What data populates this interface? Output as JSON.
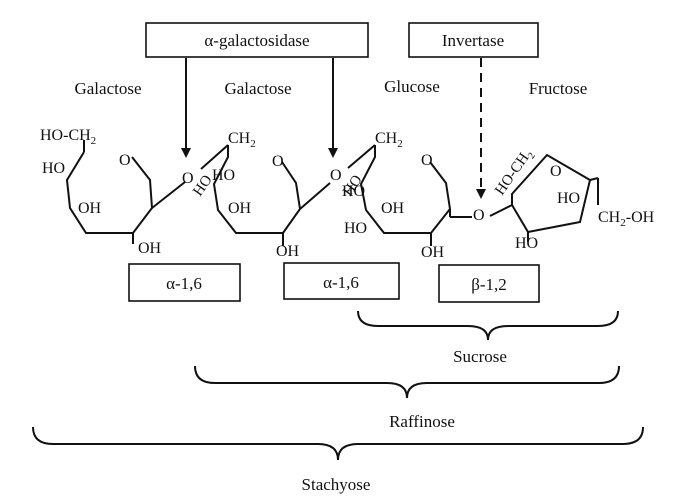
{
  "enzymes": {
    "alpha_galactosidase": "α-galactosidase",
    "invertase": "Invertase"
  },
  "sugars": {
    "galactose_1": "Galactose",
    "galactose_2": "Galactose",
    "glucose": "Glucose",
    "fructose": "Fructose"
  },
  "linkages": {
    "first": "α-1,6",
    "second": "α-1,6",
    "third": "β-1,2"
  },
  "groups": {
    "sucrose": "Sucrose",
    "raffinose": "Raffinose",
    "stachyose": "Stachyose"
  },
  "atoms": {
    "ho_ch2_1": "HO-CH",
    "ho_ch2_1_sub": "2",
    "o_ring_1": "O",
    "ho_1": "HO",
    "oh_1a": "OH",
    "oh_1b": "OH",
    "o_link_1": "O",
    "ho_link_1": "HO",
    "ch2_2": "CH",
    "ch2_2_sub": "2",
    "o_ring_2": "O",
    "ho_2": "HO",
    "oh_2a": "OH",
    "oh_2b": "OH",
    "o_link_2": "O",
    "ho_link_2": "HO",
    "ch2_3": "CH",
    "ch2_3_sub": "2",
    "o_ring_3": "O",
    "ho_3a": "HO",
    "oh_3": "OH",
    "ho_3b": "HO",
    "oh_3b": "OH",
    "o_link_3": "O",
    "ho_ch2_4": "HO-CH",
    "ho_ch2_4_sub": "2",
    "o_ring_4": "O",
    "ho_4a": "HO",
    "ho_4b": "HO",
    "ch2_oh_4": "CH",
    "ch2_oh_4_sub": "2",
    "ch2_oh_4_tail": "-OH"
  }
}
